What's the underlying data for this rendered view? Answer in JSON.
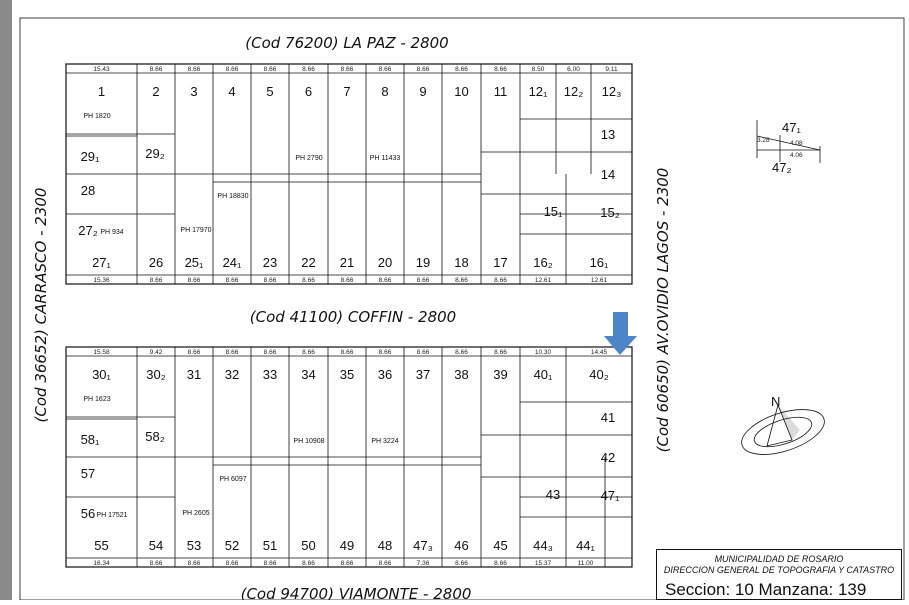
{
  "streets": {
    "top": "(Cod  76200) LA PAZ  - 2800",
    "middle": "(Cod  41100) COFFIN  - 2800",
    "bottom": "(Cod  94700) VIAMONTE  - 2800",
    "left": "(Cod  36652) CARRASCO - 2300",
    "right": "(Cod  60650) AV.OVIDIO LAGOS - 2300"
  },
  "stamp": {
    "line1": "MUNICIPALIDAD DE ROSARIO",
    "line2": "DIRECCION GENERAL DE TOPOGRAFIA Y CATASTRO",
    "line3": "Seccion: 10  Manzana: 139"
  },
  "upper_block": {
    "top_row_lots": [
      "1",
      "2",
      "3",
      "4",
      "5",
      "6",
      "7",
      "8",
      "9",
      "10",
      "11",
      "12₁",
      "12₂",
      "12₃"
    ],
    "top_dims": [
      "15.43",
      "8.66",
      "8.66",
      "8.66",
      "8.66",
      "8.66",
      "8.66",
      "8.66",
      "8.66",
      "8.66",
      "8.66",
      "8.50",
      "6.00",
      "9.11"
    ],
    "bottom_row_lots": [
      "27₁",
      "26",
      "25₁",
      "24₁",
      "23",
      "22",
      "21",
      "20",
      "19",
      "18",
      "17",
      "16₂",
      "16₁"
    ],
    "bottom_dims": [
      "15.36",
      "8.66",
      "8.66",
      "8.66",
      "8.66",
      "8.66",
      "8.66",
      "8.66",
      "8.66",
      "8.66",
      "8.66",
      "12.61",
      "12.61"
    ],
    "left_lots": [
      "29₁",
      "29₂",
      "28",
      "27₂"
    ],
    "right_lots": [
      "13",
      "14",
      "15₁",
      "15₂"
    ],
    "ph_labels": [
      "PH 1820",
      "PH 2790",
      "PH 11433",
      "PH 18830",
      "PH 934",
      "PH 17970"
    ]
  },
  "lower_block": {
    "top_row_lots": [
      "30₁",
      "30₂",
      "31",
      "32",
      "33",
      "34",
      "35",
      "36",
      "37",
      "38",
      "39",
      "40₁",
      "40₂"
    ],
    "top_dims": [
      "15.58",
      "9.42",
      "8.66",
      "8.66",
      "8.66",
      "8.66",
      "8.66",
      "8.66",
      "8.66",
      "8.66",
      "8.66",
      "10.30",
      "14.45"
    ],
    "bottom_row_lots": [
      "55",
      "54",
      "53",
      "52",
      "51",
      "50",
      "49",
      "48",
      "47₃",
      "46",
      "45",
      "44₃",
      "44₁"
    ],
    "bottom_dims": [
      "16.34",
      "8.66",
      "8.66",
      "8.66",
      "8.66",
      "8.66",
      "8.66",
      "8.66",
      "7.36",
      "8.66",
      "8.66",
      "15.37",
      "11.00"
    ],
    "left_lots": [
      "58₁",
      "58₂",
      "57",
      "56"
    ],
    "right_lots": [
      "41",
      "42",
      "43",
      "47₁"
    ],
    "ph_labels": [
      "PH 1623",
      "PH 10908",
      "PH 3224",
      "PH 6097",
      "PH 17521",
      "PH 2605"
    ]
  },
  "inset": {
    "top": "47₁",
    "bottom": "47₂",
    "dims": [
      "3.28",
      "4.06",
      "4.08"
    ]
  },
  "compass_label": "N",
  "marker_color": "#4a86c8"
}
